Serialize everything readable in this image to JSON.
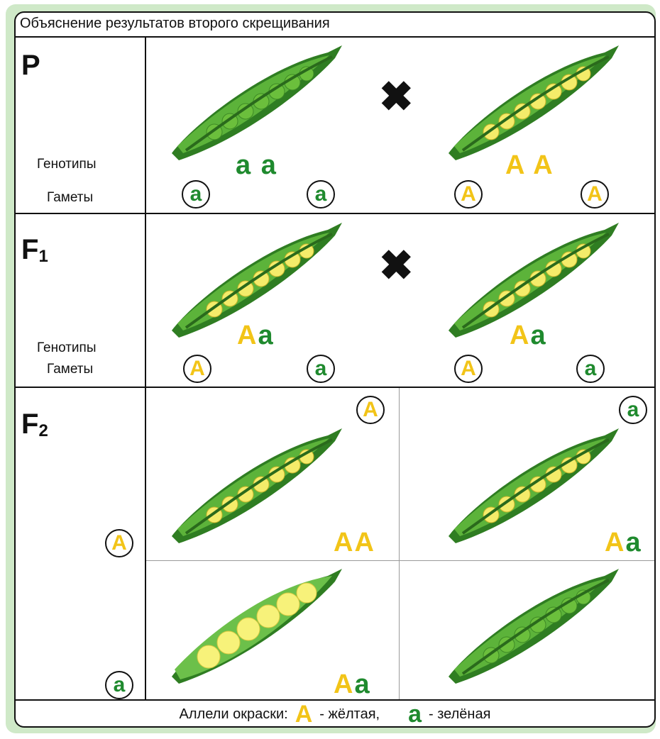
{
  "title": "Объяснение результатов второго скрещивания",
  "generations": {
    "p": {
      "label": "P"
    },
    "f1": {
      "label": "F",
      "sub": "1"
    },
    "f2": {
      "label": "F",
      "sub": "2"
    }
  },
  "row_labels": {
    "genotypes": "Генотипы",
    "gametes": "Гаметы"
  },
  "cross_symbol": "✖",
  "alleles": {
    "dominant": "A",
    "recessive": "a"
  },
  "colors": {
    "yellow": "#f2c418",
    "green": "#1f8a2e",
    "pod": "#3a9a2a"
  },
  "legend": {
    "prefix": "Аллели окраски:",
    "dominant_letter": "A",
    "dominant_text": "- жёлтая,",
    "recessive_letter": "a",
    "recessive_text": "- зелёная"
  }
}
